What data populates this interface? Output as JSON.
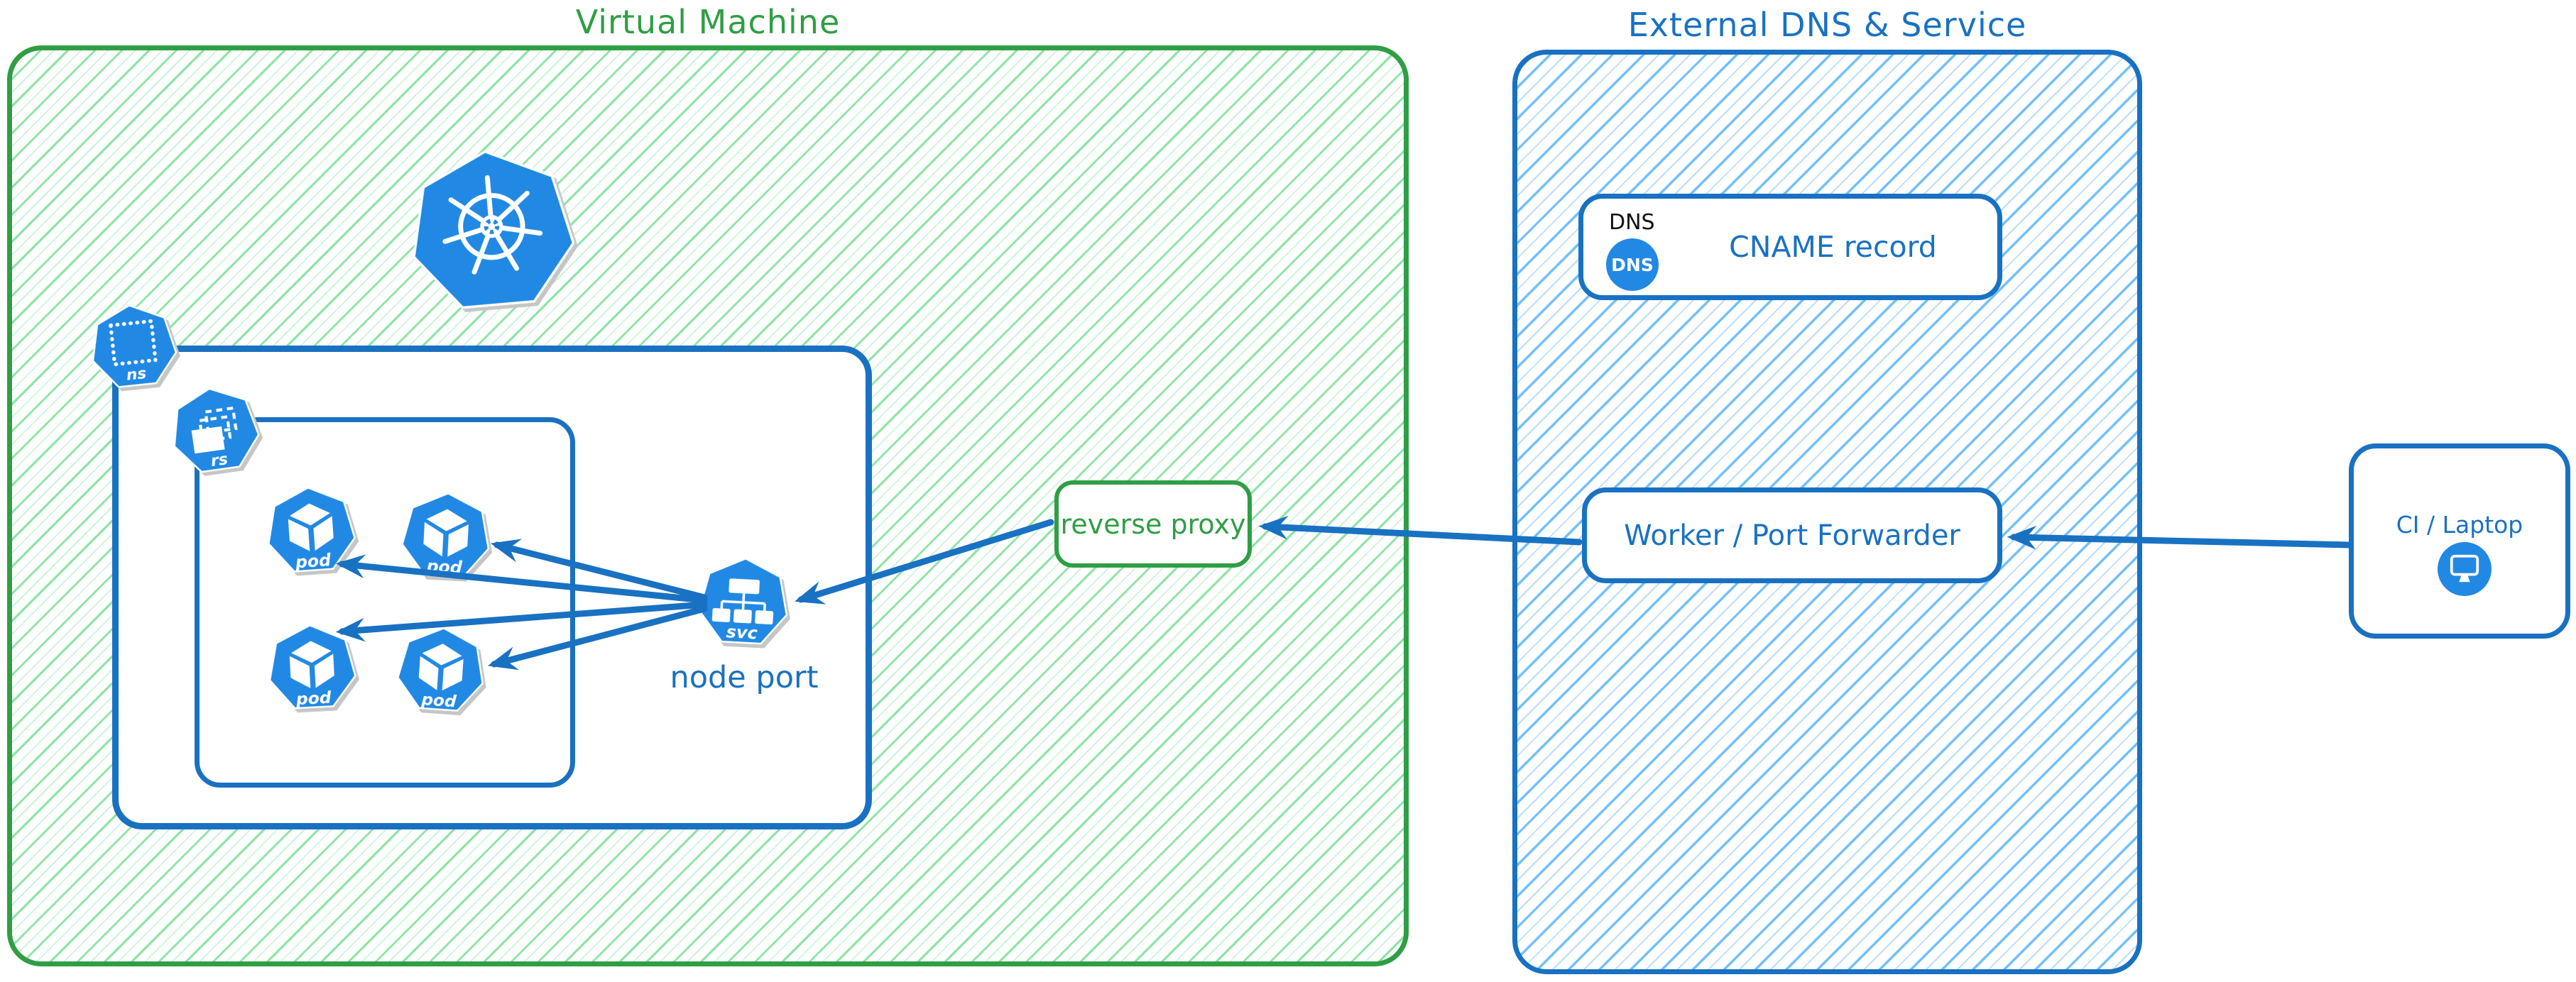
{
  "colors": {
    "green_border": "#2f9e44",
    "green_hatch": "#8ce5a4",
    "blue_border": "#1971c2",
    "blue_hatch": "#74c0fc",
    "icon_blue": "#2189e3"
  },
  "vm_region": {
    "title": "Virtual Machine"
  },
  "external_region": {
    "title": "External DNS & Service"
  },
  "icons": {
    "ns": "ns",
    "rs": "rs",
    "pod": "pod",
    "svc": "svc"
  },
  "node_port": {
    "label": "node port"
  },
  "reverse_proxy": {
    "label": "reverse proxy"
  },
  "dns_record": {
    "tag": "DNS",
    "icon_text": "DNS",
    "label": "CNAME record"
  },
  "worker": {
    "label": "Worker / Port Forwarder"
  },
  "ci_laptop": {
    "label": "CI / Laptop"
  }
}
